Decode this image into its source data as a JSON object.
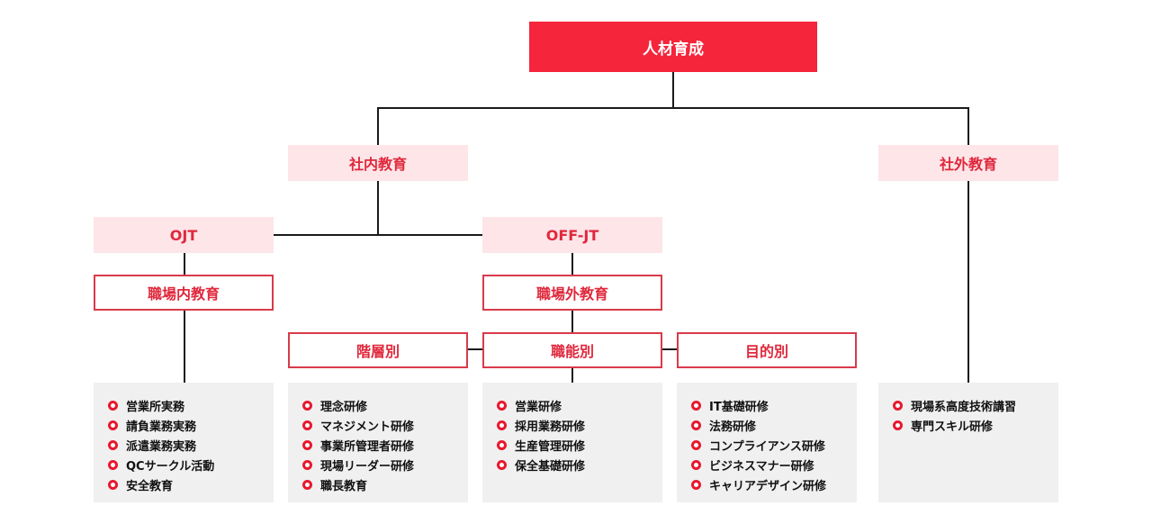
{
  "root": "人材育成",
  "internal": "社内教育",
  "external": "社外教育",
  "ojt": "OJT",
  "offjt": "OFF-JT",
  "ojt_sub": "職場内教育",
  "offjt_sub": "職場外教育",
  "level": "階層別",
  "function": "職能別",
  "purpose": "目的別",
  "colors": {
    "accent": "#f5253b",
    "pink_bg": "#fde5e8",
    "list_bg": "#f0f0f0",
    "bullet": "#e8182e"
  },
  "lists": {
    "ojt": [
      "営業所実務",
      "請負業務実務",
      "派遣業務実務",
      "QCサークル活動",
      "安全教育"
    ],
    "level": [
      "理念研修",
      "マネジメント研修",
      "事業所管理者研修",
      "現場リーダー研修",
      "職長教育"
    ],
    "function": [
      "営業研修",
      "採用業務研修",
      "生産管理研修",
      "保全基礎研修"
    ],
    "purpose": [
      "IT基礎研修",
      "法務研修",
      "コンプライアンス研修",
      "ビジネスマナー研修",
      "キャリアデザイン研修"
    ],
    "external": [
      "現場系高度技術講習",
      "専門スキル研修"
    ]
  }
}
